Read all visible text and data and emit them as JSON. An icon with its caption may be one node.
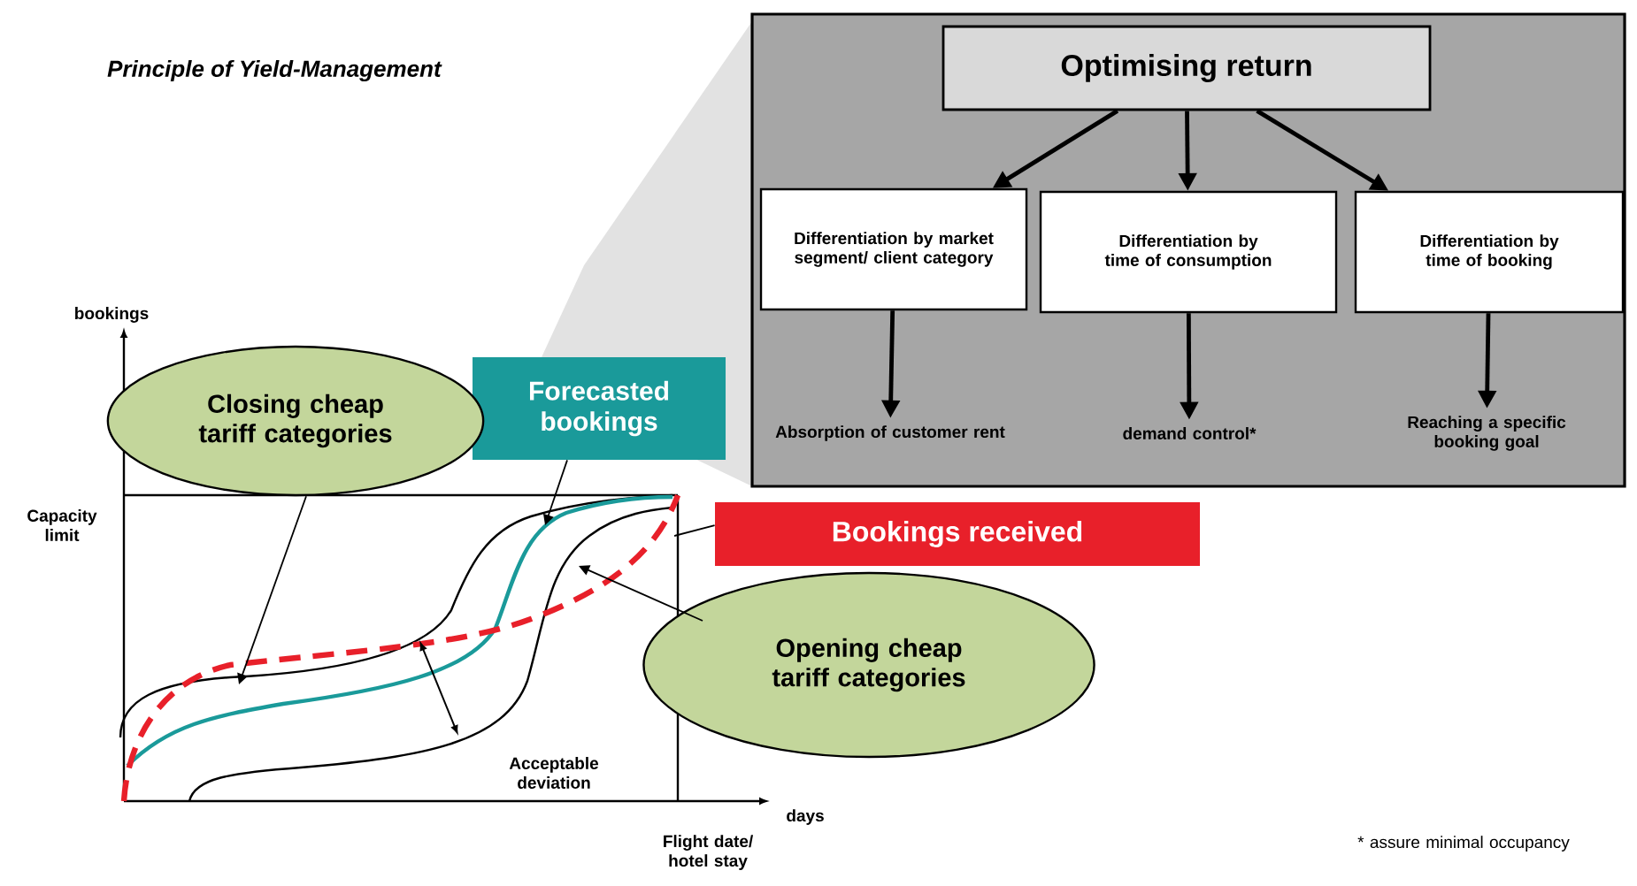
{
  "diagram": {
    "title": "Principle of Yield-Management",
    "nodes": [
      {
        "text": [],
        "shape": "box"
      },
      {
        "text": [
          "Optimising return"
        ],
        "in": 0
      },
      {
        "text": [
          "Differentiation by market segment/ client category"
        ],
        "in": 0
      },
      {
        "text": [
          "Differentiation by time of consumption"
        ],
        "in": 0
      },
      {
        "text": [
          "Differentiation by time of booking"
        ],
        "in": 0
      },
      {
        "text": [
          "Absorption of customer rent"
        ],
        "in": 0
      },
      {
        "text": [
          "demand control*"
        ],
        "in": 0
      },
      {
        "text": [
          "Reaching a specific booking goal"
        ],
        "in": 0
      },
      {
        "text": [
          "Forecasted bookings"
        ]
      },
      {
        "text": [
          "Bookings received"
        ]
      },
      {
        "text": [
          "Closing cheap tariff categories"
        ]
      },
      {
        "text": [
          "Opening cheap tariff categories"
        ]
      }
    ],
    "edges": [
      {
        "from": 1,
        "to": 2,
        "arrow": "to"
      },
      {
        "from": 1,
        "to": 3,
        "arrow": "to"
      },
      {
        "from": 1,
        "to": 4,
        "arrow": "to"
      },
      {
        "from": 2,
        "to": 5,
        "arrow": "to"
      },
      {
        "from": 3,
        "to": 6,
        "arrow": "to"
      },
      {
        "from": 4,
        "to": 7,
        "arrow": "to"
      },
      {
        "from": 8,
        "to": null,
        "arrow": "to"
      },
      {
        "from": 9,
        "to": null,
        "arrow": "none"
      },
      {
        "from": 10,
        "to": null,
        "arrow": "to"
      },
      {
        "from": 11,
        "to": null,
        "arrow": "to"
      }
    ],
    "labels": [
      "bookings",
      "Capacity limit",
      "Acceptable deviation",
      "days",
      "Flight date/ hotel stay",
      "* assure minimal occupancy"
    ]
  }
}
